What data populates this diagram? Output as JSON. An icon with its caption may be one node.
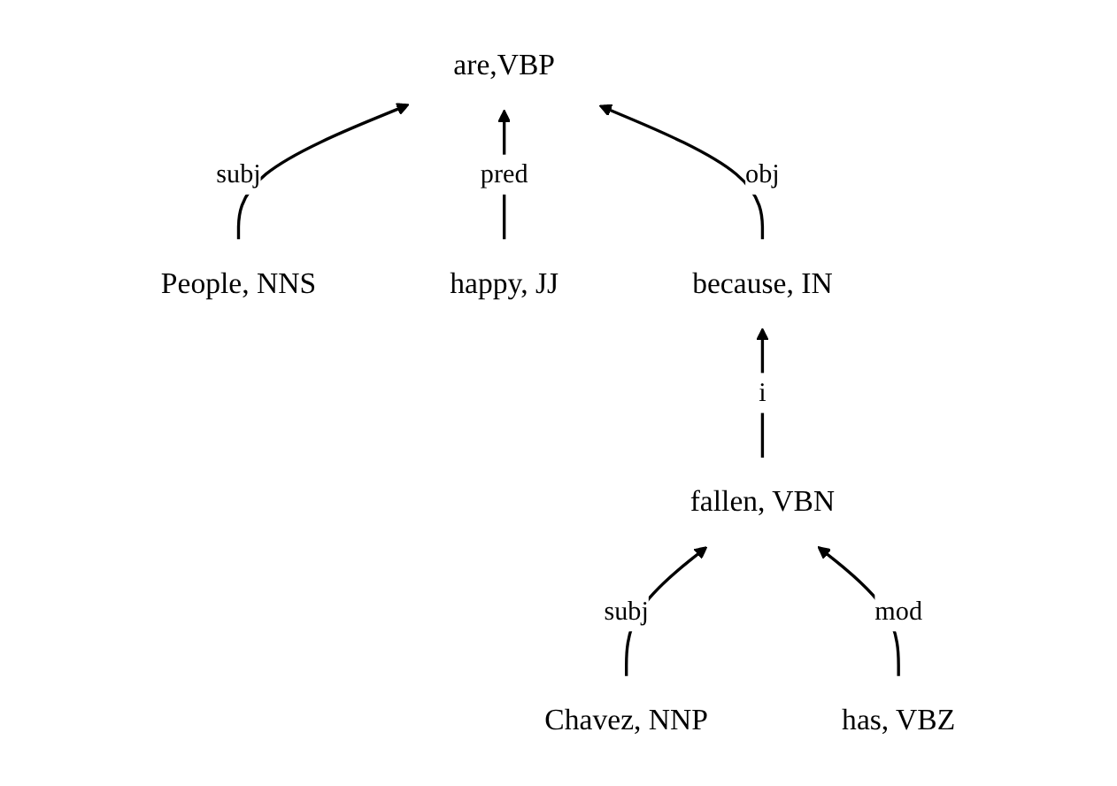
{
  "diagram": {
    "nodes": [
      {
        "text": [
          "are,VBP"
        ]
      },
      {
        "text": [
          "People, NNS"
        ]
      },
      {
        "text": [
          "happy, JJ"
        ]
      },
      {
        "text": [
          "because, IN"
        ]
      },
      {
        "text": [
          "fallen, VBN"
        ]
      },
      {
        "text": [
          "Chavez, NNP"
        ]
      },
      {
        "text": [
          "has, VBZ"
        ]
      }
    ],
    "edges": [
      {
        "from": 1,
        "to": 0,
        "arrow": "to",
        "label": "subj"
      },
      {
        "from": 2,
        "to": 0,
        "arrow": "to",
        "label": "pred"
      },
      {
        "from": 3,
        "to": 0,
        "arrow": "to",
        "label": "obj"
      },
      {
        "from": 4,
        "to": 3,
        "arrow": "to",
        "label": "i"
      },
      {
        "from": 5,
        "to": 4,
        "arrow": "to",
        "label": "subj"
      },
      {
        "from": 6,
        "to": 4,
        "arrow": "to",
        "label": "mod"
      }
    ]
  }
}
